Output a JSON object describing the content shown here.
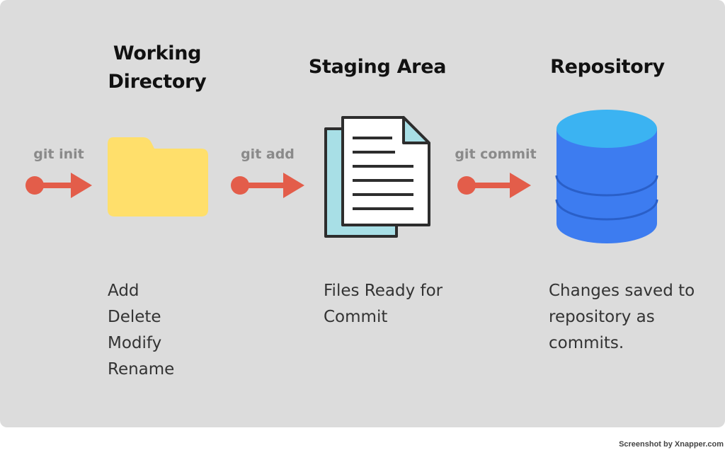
{
  "stages": {
    "working": {
      "title_line1": "Working",
      "title_line2": "Directory",
      "actions": [
        "Add",
        "Delete",
        "Modify",
        "Rename"
      ]
    },
    "staging": {
      "title": "Staging Area",
      "desc_line1": "Files Ready for",
      "desc_line2": "Commit"
    },
    "repository": {
      "title": "Repository",
      "desc_line1": "Changes saved to",
      "desc_line2": "repository as",
      "desc_line3": "commits."
    }
  },
  "arrows": {
    "init": "git init",
    "add": "git add",
    "commit": "git commit"
  },
  "icons": {
    "folder": "folder-icon",
    "documents": "documents-icon",
    "database": "database-icon"
  },
  "colors": {
    "background": "#dcdcdc",
    "arrow": "#e35d4a",
    "folder": "#ffdf6b",
    "doc_back": "#a8dfe6",
    "doc_fold": "#a8dfe6",
    "db_top": "#3bb3f2",
    "db_body": "#3d7cf0"
  },
  "credit": "Screenshot by Xnapper.com"
}
